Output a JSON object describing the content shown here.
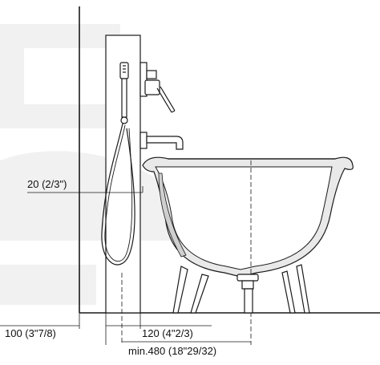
{
  "dimensions": {
    "height_offset": "20 (2/3\")",
    "wall_to_column": "100 (3\"7/8)",
    "column_to_tub": "120 (4\"2/3)",
    "min_distance": "min.480 (18\"29/32)"
  },
  "colors": {
    "line": "#1a1a1a",
    "tub_wall": "#9a9a9a",
    "tub_fill_light": "#e6e6e6",
    "watermark": "#f0f0f0"
  },
  "icons": {
    "hand_shower": "hand-shower-icon",
    "mixer_valve": "mixer-valve-icon",
    "spout": "bath-spout-icon",
    "drain": "drain-icon"
  }
}
